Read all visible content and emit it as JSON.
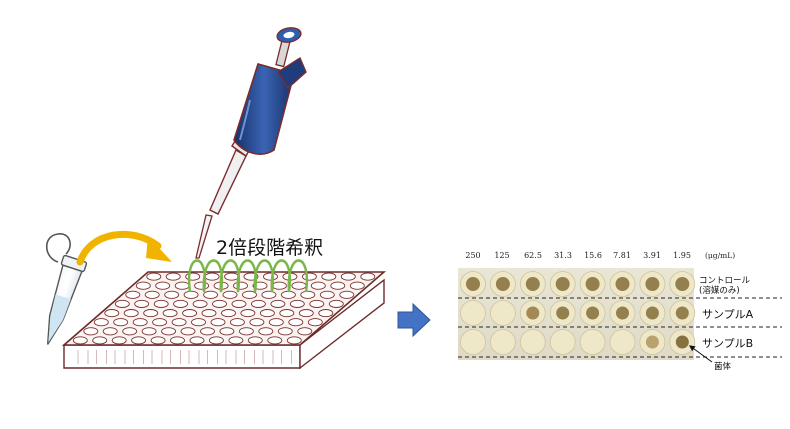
{
  "dilution_label": "2倍段階希釈",
  "concentrations": [
    "250",
    "125",
    "62.5",
    "31.3",
    "15.6",
    "7.81",
    "3.91",
    "1.95"
  ],
  "concentration_unit": "(μg/mL)",
  "rows": {
    "control_line1": "コントロール",
    "control_line2": "(溶媒のみ)",
    "sample_a": "サンプルA",
    "sample_b": "サンプルB"
  },
  "bacteria_label": "菌体",
  "colors": {
    "pipette_body": "#1f3c7c",
    "pipette_light": "#3a64b4",
    "mixing_coil": "#7ab648",
    "curved_arrow": "#f0b400",
    "flow_arrow": "#4472c4",
    "plate_outline": "#6b2a2a"
  }
}
